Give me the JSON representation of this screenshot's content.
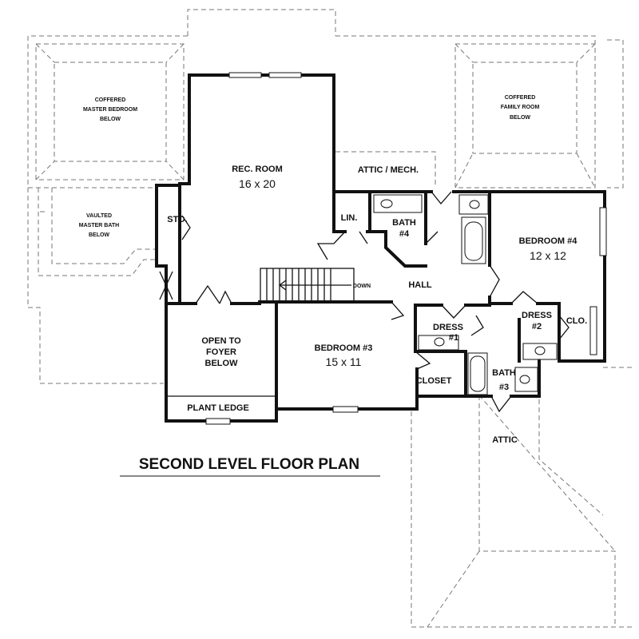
{
  "title": "SECOND LEVEL FLOOR PLAN",
  "colors": {
    "wall": "#111111",
    "dashed": "#777777",
    "background": "#ffffff"
  },
  "labels": {
    "coffered_master": [
      "COFFERED",
      "MASTER BEDROOM",
      "BELOW"
    ],
    "coffered_family": [
      "COFFERED",
      "FAMILY ROOM",
      "BELOW"
    ],
    "vaulted_bath": [
      "VAULTED",
      "MASTER BATH",
      "BELOW"
    ],
    "rec_room": "REC. ROOM",
    "rec_room_size": "16 x 20",
    "attic_mech": "ATTIC / MECH.",
    "sto": "STO.",
    "lin": "LIN.",
    "bath4": [
      "BATH",
      "#4"
    ],
    "bedroom4": "BEDROOM #4",
    "bedroom4_size": "12 x 12",
    "down": "DOWN",
    "hall": "HALL",
    "open_foyer": [
      "OPEN TO",
      "FOYER",
      "BELOW"
    ],
    "bedroom3": "BEDROOM #3",
    "bedroom3_size": "15 x 11",
    "dress1": [
      "DRESS",
      "#1"
    ],
    "dress2": [
      "DRESS",
      "#2"
    ],
    "clo": "CLO.",
    "closet": "CLOSET",
    "bath3": [
      "BATH",
      "#3"
    ],
    "plant_ledge": "PLANT LEDGE",
    "attic": "ATTIC"
  }
}
